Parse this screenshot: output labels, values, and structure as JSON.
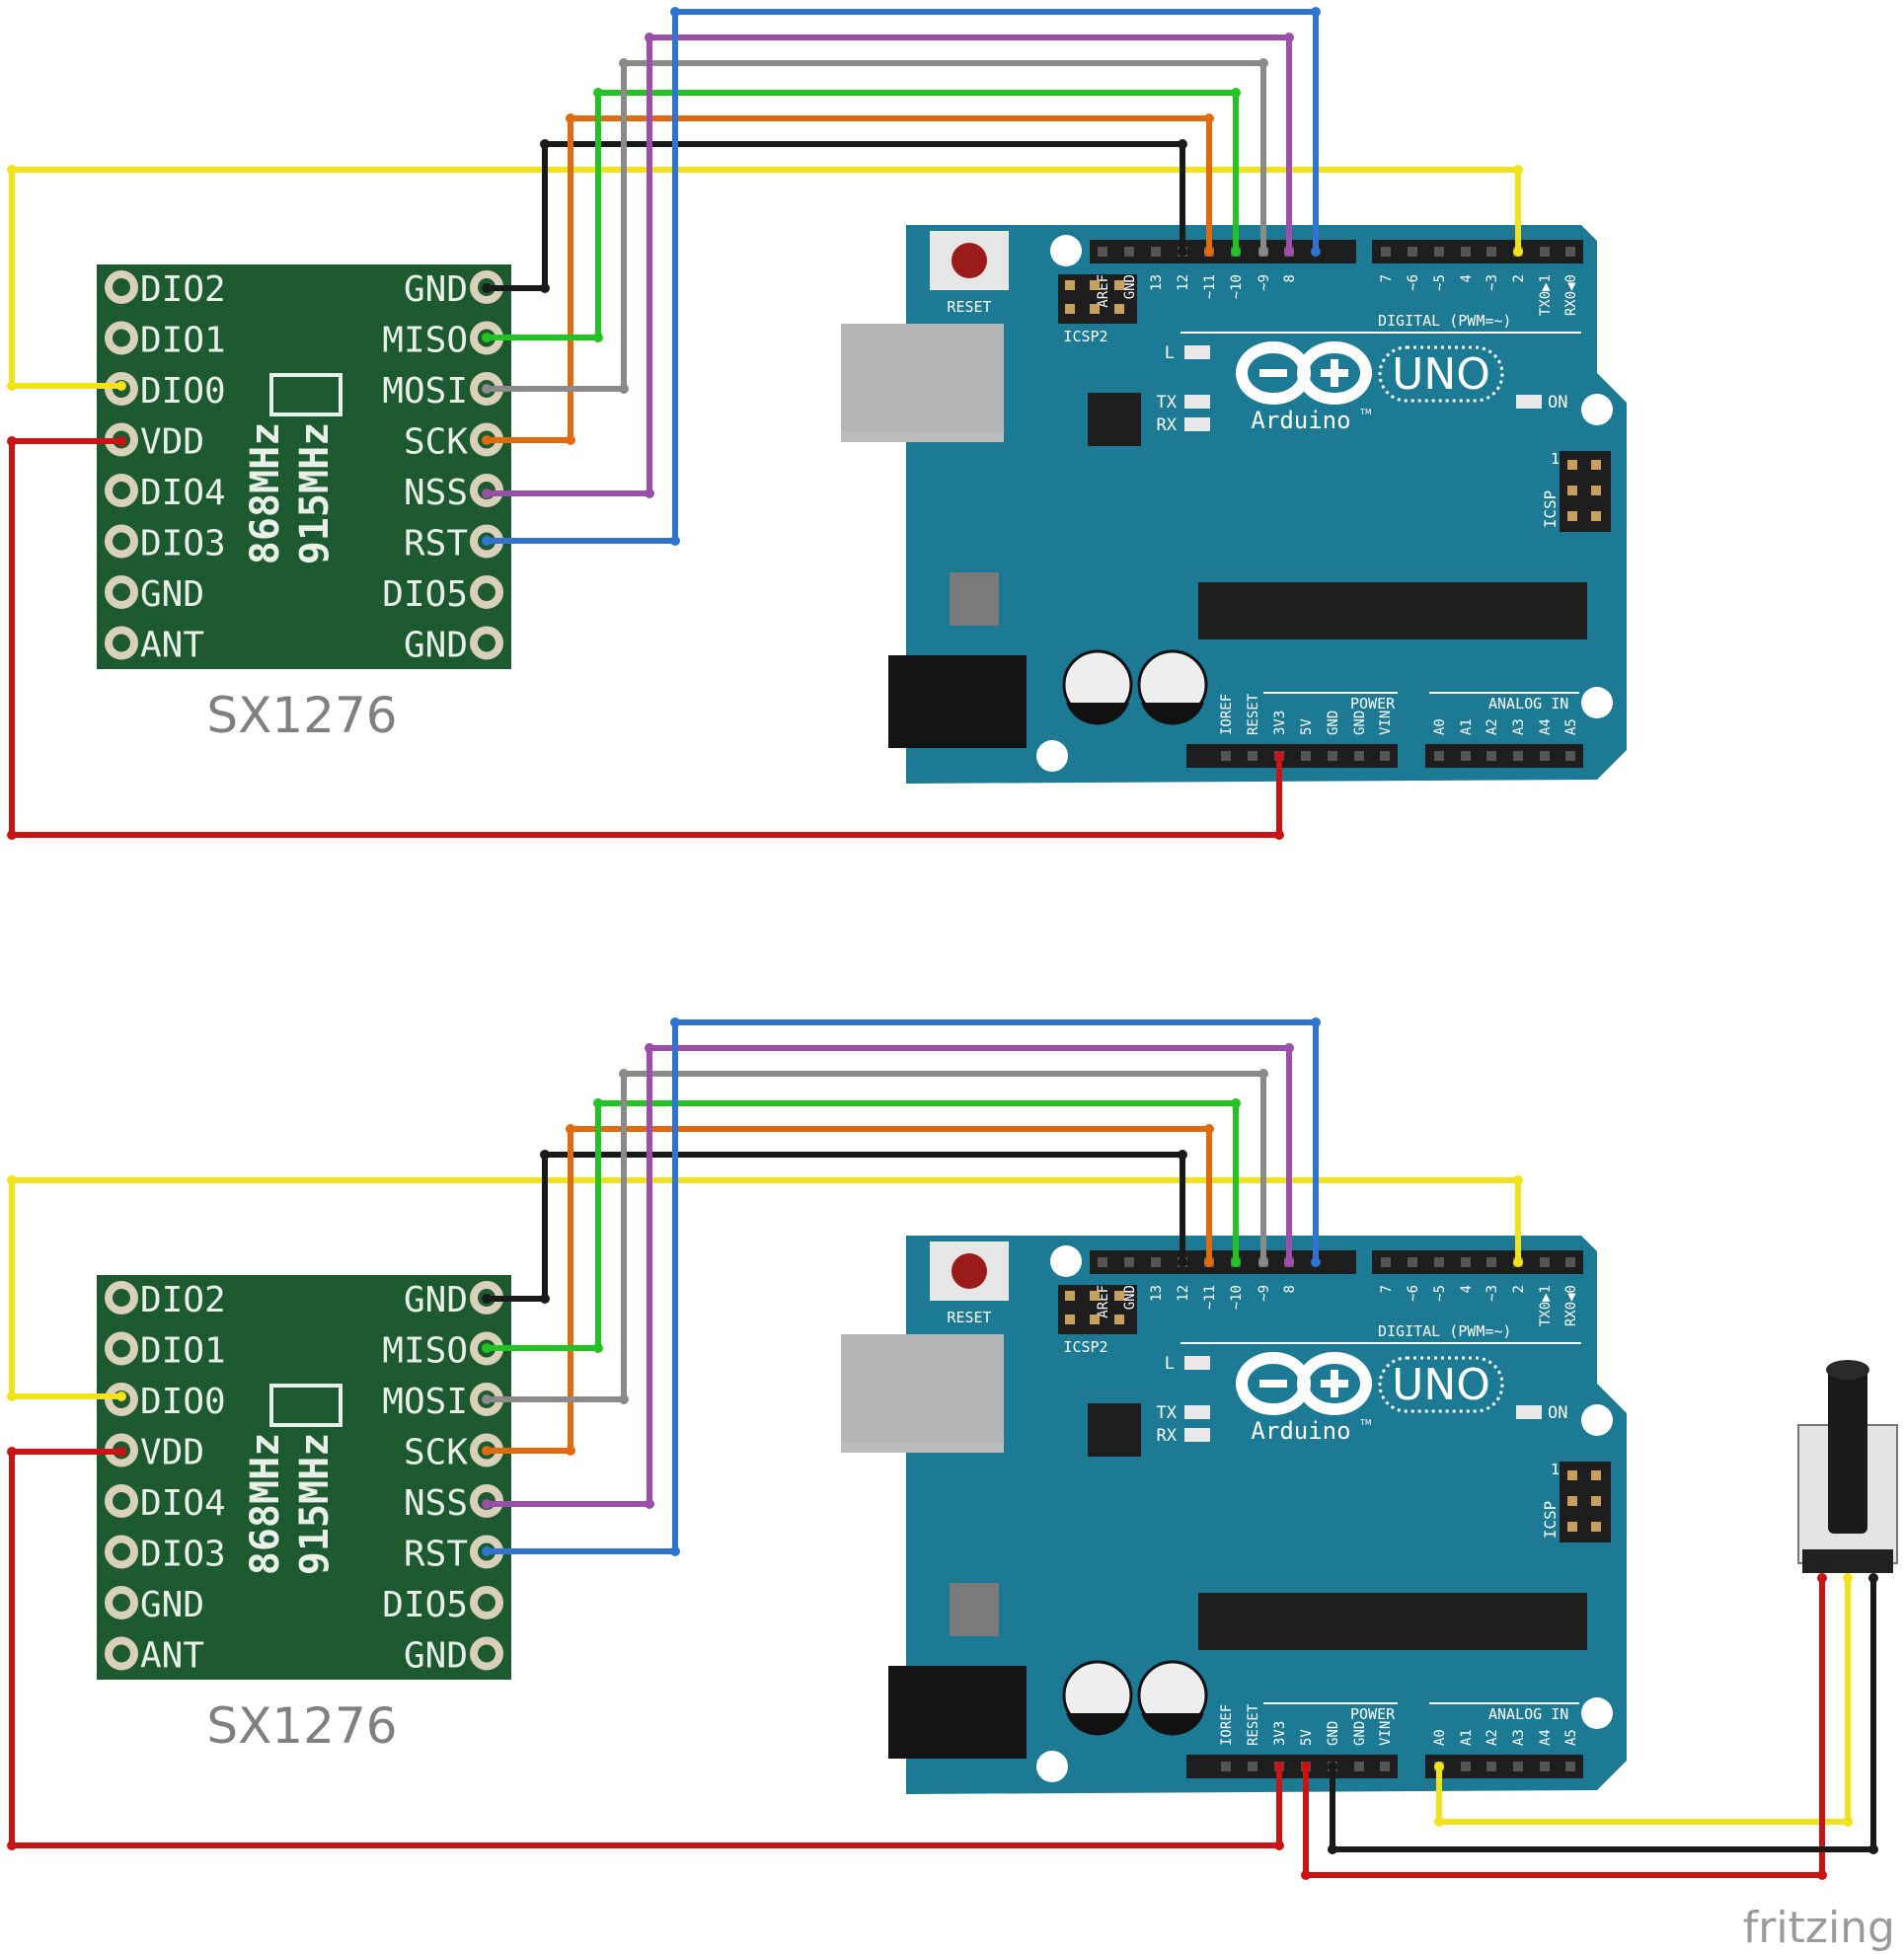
{
  "modules": [
    {
      "label": "SX1276",
      "freq_a": "868MHz",
      "freq_b": "915MHz",
      "pins_left": [
        "DIO2",
        "DIO1",
        "DIO0",
        "VDD",
        "DIO4",
        "DIO3",
        "GND",
        "ANT"
      ],
      "pins_right": [
        "GND",
        "MISO",
        "MOSI",
        "SCK",
        "NSS",
        "RST",
        "DIO5",
        "GND"
      ]
    },
    {
      "label": "SX1276",
      "freq_a": "868MHz",
      "freq_b": "915MHz",
      "pins_left": [
        "DIO2",
        "DIO1",
        "DIO0",
        "VDD",
        "DIO4",
        "DIO3",
        "GND",
        "ANT"
      ],
      "pins_right": [
        "GND",
        "MISO",
        "MOSI",
        "SCK",
        "NSS",
        "RST",
        "DIO5",
        "GND"
      ]
    }
  ],
  "arduino": {
    "reset": "RESET",
    "icsp2": "ICSP2",
    "icsp": "ICSP",
    "led_l": "L",
    "led_tx": "TX",
    "led_rx": "RX",
    "led_on": "ON",
    "logo_uno": "UNO",
    "logo_name": "Arduino",
    "tm": "TM",
    "digital_label": "DIGITAL (PWM=~)",
    "power_label": "POWER",
    "analog_label": "ANALOG IN",
    "icsp_one": "1",
    "digital_pins": [
      "AREF",
      "GND",
      "13",
      "12",
      "~11",
      "~10",
      "~9",
      "8",
      "7",
      "~6",
      "~5",
      "4",
      "~3",
      "2",
      "TX0▶1",
      "RX0◀0"
    ],
    "power_pins": [
      "IOREF",
      "RESET",
      "3V3",
      "5V",
      "GND",
      "GND",
      "VIN"
    ],
    "analog_pins": [
      "A0",
      "A1",
      "A2",
      "A3",
      "A4",
      "A5"
    ]
  },
  "wire_colors": {
    "gnd": "#1a1a1a",
    "miso": "#22c322",
    "mosi": "#8a8a8a",
    "sck": "#e06a10",
    "nss": "#9b4fa8",
    "rst": "#2f74d0",
    "dio0": "#f2e21a",
    "vdd": "#c81414",
    "board": "#1c7a94",
    "module": "#1d5a30"
  },
  "watermark": "fritzing"
}
